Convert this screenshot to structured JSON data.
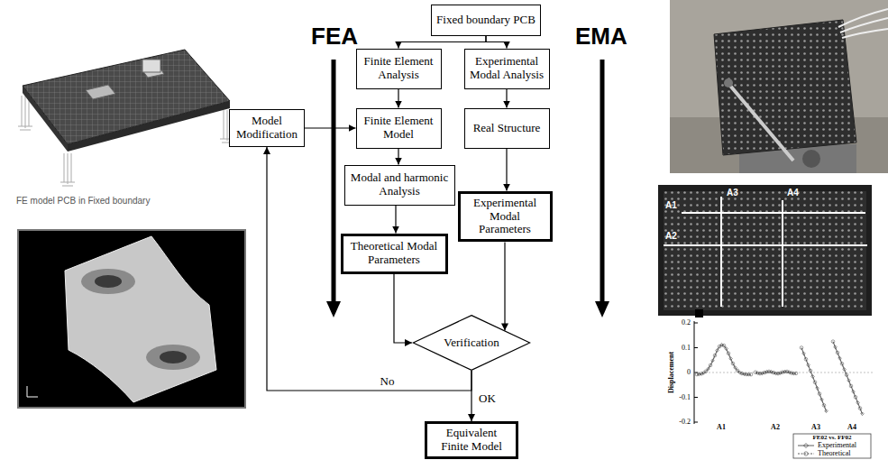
{
  "diagram": {
    "nodes": [
      {
        "text": [
          "Fixed boundary PCB"
        ]
      },
      {
        "text": [
          "Finite Element Analysis"
        ]
      },
      {
        "text": [
          "Experimental Modal Analysis"
        ]
      },
      {
        "text": [
          "Finite Element Model"
        ]
      },
      {
        "text": [
          "Real Structure"
        ]
      },
      {
        "text": [
          "Modal and harmonic Analysis"
        ]
      },
      {
        "text": [
          "Experimental Modal Parameters"
        ]
      },
      {
        "text": [
          "Theoretical Modal Parameters"
        ]
      },
      {
        "text": [
          "Verification"
        ]
      },
      {
        "text": [
          "Model Modification"
        ]
      },
      {
        "text": [
          "Equivalent Finite Model"
        ]
      }
    ],
    "edges": [
      {
        "from": 0,
        "to": 1,
        "arrow": "to"
      },
      {
        "from": 0,
        "to": 2,
        "arrow": "to"
      },
      {
        "from": 1,
        "to": 3,
        "arrow": "to"
      },
      {
        "from": 2,
        "to": 4,
        "arrow": "to"
      },
      {
        "from": 3,
        "to": 5,
        "arrow": "to"
      },
      {
        "from": 4,
        "to": 6,
        "arrow": "to"
      },
      {
        "from": 5,
        "to": 7,
        "arrow": "to"
      },
      {
        "from": 7,
        "to": 8,
        "arrow": "to"
      },
      {
        "from": 6,
        "to": 8,
        "arrow": "to"
      },
      {
        "from": 8,
        "to": 10,
        "label": "OK",
        "arrow": "to"
      },
      {
        "from": 8,
        "to": 9,
        "label": "No",
        "arrow": "to"
      },
      {
        "from": 9,
        "to": 3,
        "arrow": "to"
      }
    ],
    "labels": [
      "FEA",
      "EMA",
      "FE model PCB in Fixed boundary",
      "A3",
      "A4",
      "A1",
      "A2",
      "0.2",
      "0.1",
      "0",
      "-0.1",
      "-0.2",
      "A1",
      "A2",
      "A3",
      "A4",
      "Displacement",
      "FE02 vs. FF02"
    ],
    "legend": [
      {
        "text": "Experimental"
      },
      {
        "text": "Theoretical"
      }
    ]
  }
}
